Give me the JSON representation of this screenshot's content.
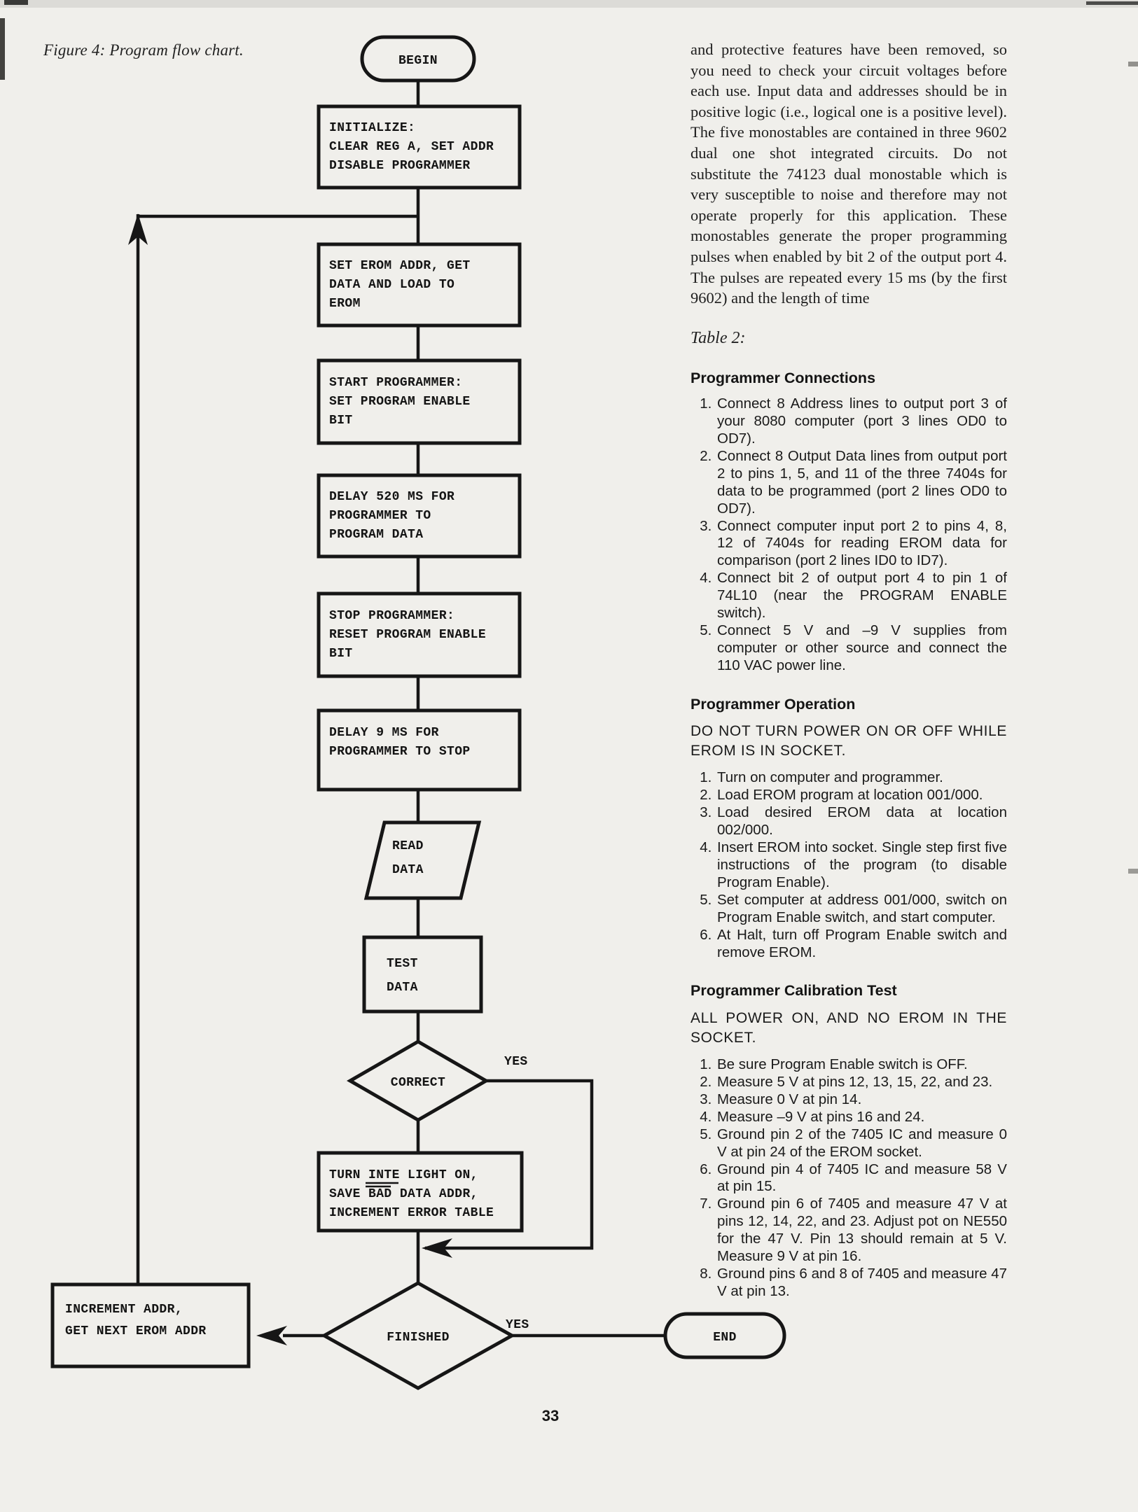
{
  "page": {
    "page_number": "33",
    "figure_caption": "Figure 4: Program flow chart."
  },
  "flowchart": {
    "begin": "BEGIN",
    "end": "END",
    "initialize": [
      "INITIALIZE:",
      "CLEAR REG A, SET ADDR",
      "DISABLE PROGRAMMER"
    ],
    "set_erom": [
      "SET EROM ADDR, GET",
      "DATA AND LOAD TO",
      "EROM"
    ],
    "start_programmer": [
      "START PROGRAMMER:",
      "SET PROGRAM ENABLE",
      "BIT"
    ],
    "delay_520": [
      "DELAY 520 MS FOR",
      "PROGRAMMER TO",
      "PROGRAM DATA"
    ],
    "stop_programmer": [
      "STOP PROGRAMMER:",
      "RESET PROGRAM ENABLE",
      "BIT"
    ],
    "delay_9": [
      "DELAY 9 MS FOR",
      "PROGRAMMER TO STOP"
    ],
    "read_data": [
      "READ",
      "DATA"
    ],
    "test_data": [
      "TEST",
      "DATA"
    ],
    "correct": "CORRECT",
    "turn_light": {
      "l1a": "TURN ",
      "l1b": "INTE",
      "l1c": " LIGHT ON,",
      "l2a": "SAVE ",
      "l2b": "BAD",
      "l2c": " DATA ADDR,",
      "l3": "INCREMENT ERROR TABLE"
    },
    "finished": "FINISHED",
    "increment": [
      "INCREMENT ADDR,",
      "GET NEXT EROM ADDR"
    ],
    "yes_correct": "YES",
    "yes_finished": "YES"
  },
  "article": {
    "paragraph": "and protective features have been removed, so you need to check your circuit voltages before each use. Input data and addresses should be in positive logic (i.e., logical one is a positive level). The five monostables are contained in three 9602 dual one shot integrated circuits. Do not substitute the 74123 dual monostable which is very susceptible to noise and therefore may not operate properly for this application. These monostables generate the proper programming pulses when enabled by bit 2 of the output port 4. The pulses are repeated every 15 ms (by the first 9602) and the length of time"
  },
  "table2": {
    "title": "Table 2:",
    "sections": [
      {
        "heading": "Programmer Connections",
        "intro": "",
        "items": [
          "Connect 8 Address lines to output port 3 of your 8080 computer (port 3 lines OD0 to OD7).",
          "Connect 8 Output Data lines from output port 2 to pins 1, 5, and 11 of the three 7404s for data to be programmed (port 2 lines OD0 to OD7).",
          "Connect computer input port 2 to pins 4, 8, 12 of 7404s for reading EROM data for comparison (port 2 lines ID0 to ID7).",
          "Connect bit 2 of output port 4 to pin 1 of 74L10 (near the PROGRAM ENABLE switch).",
          "Connect 5 V and –9 V supplies from computer or other source and connect the 110 VAC power line."
        ]
      },
      {
        "heading": "Programmer Operation",
        "intro": "DO NOT TURN POWER ON OR OFF WHILE EROM IS IN SOCKET.",
        "items": [
          "Turn on computer and programmer.",
          "Load EROM program at location 001/000.",
          "Load desired EROM data at location 002/000.",
          "Insert EROM into socket. Single step first five instructions of the program (to disable Program Enable).",
          "Set computer at address 001/000, switch on Program Enable switch, and start computer.",
          "At Halt, turn off Program Enable switch and remove EROM."
        ]
      },
      {
        "heading": "Programmer Calibration Test",
        "intro": "ALL POWER ON, AND NO EROM IN THE SOCKET.",
        "items": [
          "Be sure Program Enable switch is OFF.",
          "Measure 5 V at pins 12, 13, 15, 22, and 23.",
          "Measure 0 V at pin 14.",
          "Measure –9 V at pins 16 and 24.",
          "Ground pin 2 of the 7405 IC and measure 0 V at pin 24 of the EROM socket.",
          "Ground pin 4 of 7405 IC and measure 58 V at pin 15.",
          "Ground pin 6 of 7405 and measure 47 V at pins 12, 14, 22, and 23. Adjust pot on NE550 for the 47 V. Pin 13 should remain at 5 V. Measure 9 V at pin 16.",
          "Ground pins 6 and 8 of 7405 and measure 47 V at pin 13."
        ]
      }
    ]
  }
}
